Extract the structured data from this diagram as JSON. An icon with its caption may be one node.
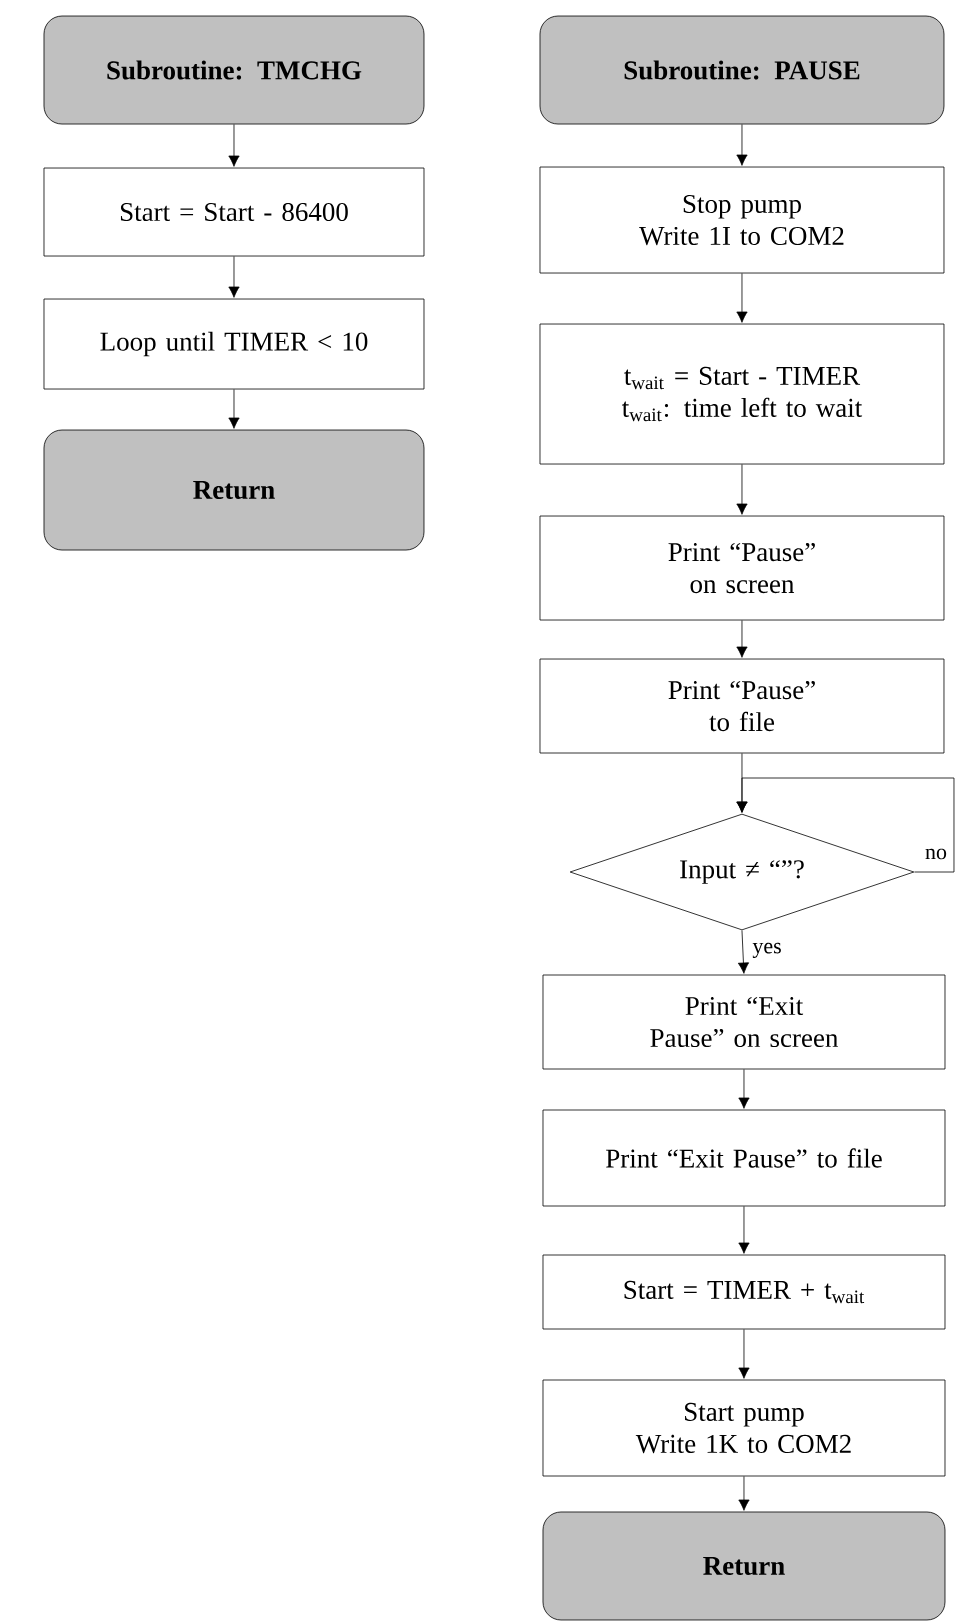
{
  "diagram": {
    "nodes": [
      {
        "text": [
          "Subroutine: TMCHG"
        ]
      },
      {
        "text": [
          "Start = Start - 86400"
        ]
      },
      {
        "text": [
          "Loop until TIMER < 10"
        ]
      },
      {
        "text": [
          "Return"
        ]
      },
      {
        "text": [
          "Subroutine: PAUSE"
        ]
      },
      {
        "text": [
          "Stop pump",
          "Write 1I to COM2"
        ]
      },
      {
        "text": [
          "t$_{wait}$ = Start - TIMER",
          "t$_{wait}$: time left to wait"
        ]
      },
      {
        "text": [
          "Print “Pause” on screen"
        ]
      },
      {
        "text": [
          "Print “Pause” to file"
        ]
      },
      {
        "text": [
          "Input ≠ “”?"
        ]
      },
      {
        "text": [
          "Print “Exit Pause” on screen"
        ]
      },
      {
        "text": [
          "Print “Exit Pause” to file"
        ]
      },
      {
        "text": [
          "Start = TIMER + t$_{wait}$"
        ]
      },
      {
        "text": [
          "Start pump",
          "Write 1K to COM2"
        ]
      },
      {
        "text": [
          "Return"
        ]
      }
    ],
    "edges": [
      {
        "from": 0,
        "to": 1,
        "arrow": "to"
      },
      {
        "from": 1,
        "to": 2,
        "arrow": "to"
      },
      {
        "from": 2,
        "to": 3,
        "arrow": "to"
      },
      {
        "from": 4,
        "to": 5,
        "arrow": "to"
      },
      {
        "from": 5,
        "to": 6,
        "arrow": "to"
      },
      {
        "from": 6,
        "to": 7,
        "arrow": "to"
      },
      {
        "from": 7,
        "to": 8,
        "arrow": "to"
      },
      {
        "from": 8,
        "to": 9,
        "arrow": "to"
      },
      {
        "from": 9,
        "to": 10,
        "arrow": "to",
        "label": "yes"
      },
      {
        "from": 10,
        "to": 11,
        "arrow": "to"
      },
      {
        "from": 11,
        "to": 12,
        "arrow": "to"
      },
      {
        "from": 12,
        "to": 13,
        "arrow": "to"
      },
      {
        "from": 13,
        "to": 14,
        "arrow": "to"
      },
      {
        "from": 9,
        "to": 9,
        "arrow": "to",
        "label": "no"
      }
    ]
  }
}
